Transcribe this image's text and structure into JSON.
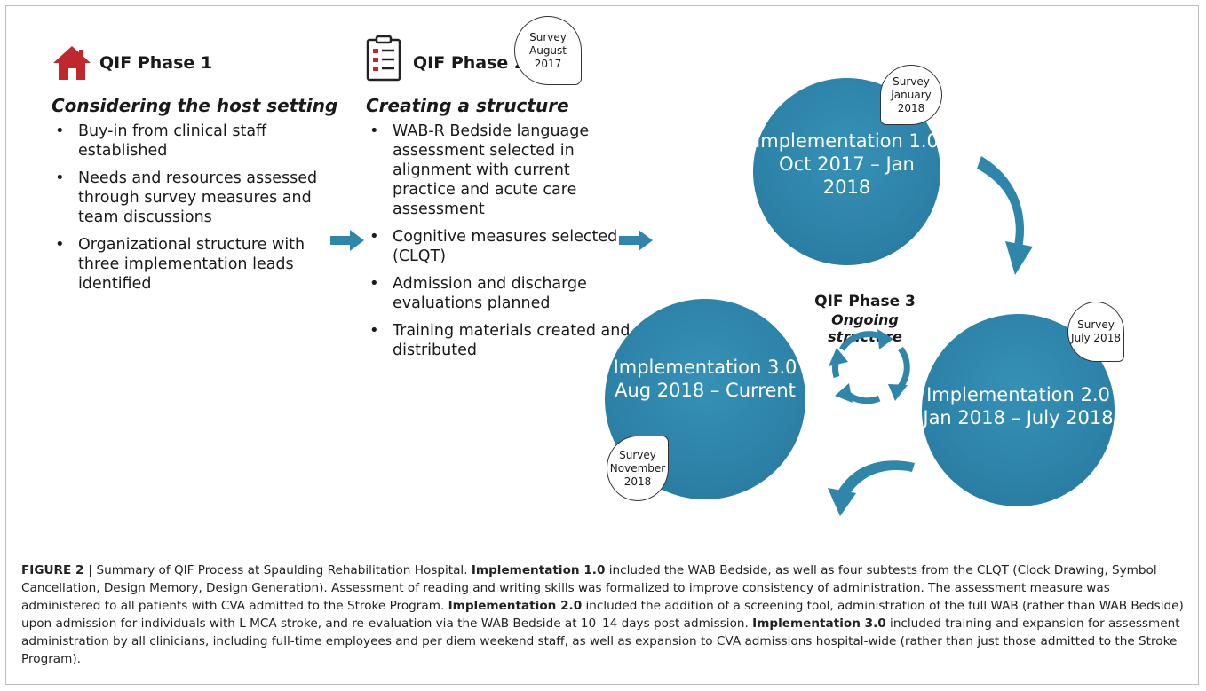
{
  "phase1": {
    "title": "QIF Phase 1",
    "subtitle": "Considering the host setting",
    "icon": "house-icon",
    "bullets": [
      "Buy-in from clinical staff established",
      "Needs and resources assessed through survey measures and team discussions",
      "Organizational structure with three implementation leads identified"
    ]
  },
  "phase2": {
    "title": "QIF Phase 2",
    "subtitle": "Creating a structure",
    "icon": "clipboard-checklist-icon",
    "survey": "Survey August 2017",
    "bullets": [
      "WAB-R Bedside language assessment selected in alignment with current practice and acute care assessment",
      "Cognitive measures selected (CLQT)",
      "Admission and discharge evaluations planned",
      "Training materials created and distributed"
    ]
  },
  "phase3": {
    "title": "QIF Phase 3",
    "subtitle": "Ongoing structure"
  },
  "implementations": {
    "i1": {
      "name": "Implementation 1.0",
      "dates": "Oct 2017 – Jan 2018",
      "survey": "Survey January 2018"
    },
    "i2": {
      "name": "Implementation 2.0",
      "dates": "Jan 2018 – July 2018",
      "survey": "Survey July 2018"
    },
    "i3": {
      "name": "Implementation 3.0",
      "dates": "Aug 2018 – Current",
      "survey": "Survey November 2018"
    }
  },
  "colors": {
    "circle": "#2b7fa5",
    "arrow": "#2e86ab",
    "house": "#c0282d"
  },
  "caption": {
    "label": "FIGURE 2 |",
    "part1": " Summary of QIF Process at Spaulding Rehabilitation Hospital. ",
    "b1": "Implementation 1.0",
    "part2": " included the WAB Bedside, as well as four subtests from the CLQT (Clock Drawing, Symbol Cancellation, Design Memory, Design Generation). Assessment of reading and writing skills was formalized to improve consistency of administration. The assessment measure was administered to all patients with CVA admitted to the Stroke Program. ",
    "b2": "Implementation 2.0",
    "part3": " included the addition of a screening tool, administration of the full WAB (rather than WAB Bedside) upon admission for individuals with L MCA stroke, and re-evaluation via the WAB Bedside at 10–14 days post admission. ",
    "b3": "Implementation 3.0",
    "part4": " included training and expansion for assessment administration by all clinicians, including full-time employees and per diem weekend staff, as well as expansion to CVA admissions hospital-wide (rather than just those admitted to the Stroke Program)."
  }
}
